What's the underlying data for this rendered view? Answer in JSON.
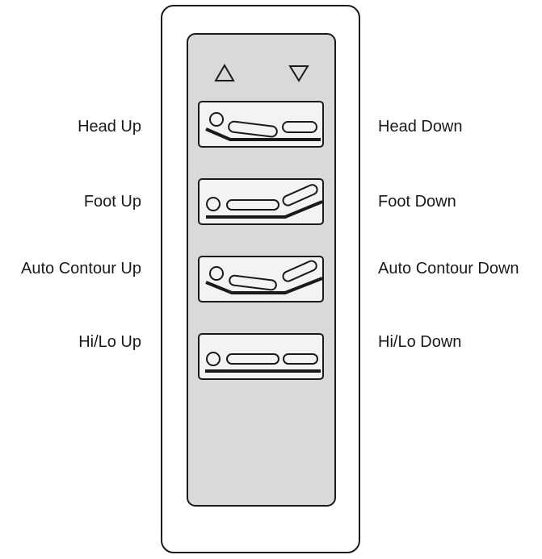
{
  "controls": [
    {
      "id": "head",
      "up_label": "Head Up",
      "down_label": "Head Down",
      "icon": "head-tilt-bed-icon"
    },
    {
      "id": "foot",
      "up_label": "Foot Up",
      "down_label": "Foot Down",
      "icon": "foot-tilt-bed-icon"
    },
    {
      "id": "contour",
      "up_label": "Auto Contour Up",
      "down_label": "Auto Contour Down",
      "icon": "contour-bed-icon"
    },
    {
      "id": "hilo",
      "up_label": "Hi/Lo Up",
      "down_label": "Hi/Lo Down",
      "icon": "flat-bed-icon"
    }
  ],
  "colors": {
    "line": "#1a1a1a",
    "panel": "#d9d9d9",
    "button": "#f3f3f3"
  },
  "icons": {
    "up": "up-triangle-icon",
    "down": "down-triangle-icon"
  }
}
